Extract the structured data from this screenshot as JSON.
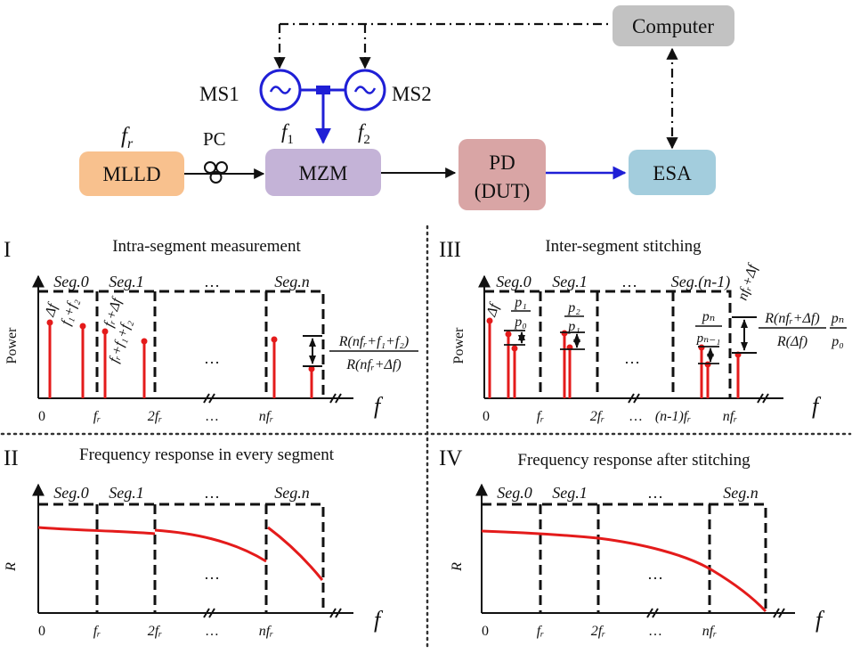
{
  "setup": {
    "fr_label": "f",
    "fr_sub": "r",
    "mlld": "MLLD",
    "pc": "PC",
    "mzm": "MZM",
    "pd_line1": "PD",
    "pd_line2": "(DUT)",
    "esa": "ESA",
    "computer": "Computer",
    "ms1": "MS1",
    "ms2": "MS2",
    "f1": "f",
    "f1_sub": "1",
    "f2": "f",
    "f2_sub": "2",
    "colors": {
      "mlld": "#f8c18e",
      "mzm": "#c4b3d7",
      "pd": "#d9a5a5",
      "esa": "#a3cddd",
      "computer": "#c2c2c2",
      "ms": "#1f1fd6",
      "red": "#e41b1b"
    }
  },
  "panel1": {
    "roman": "I",
    "title": "Intra-segment measurement",
    "ylabel": "Power",
    "segs": [
      "Seg.0",
      "Seg.1",
      "…",
      "Seg.n"
    ],
    "deltaf": "Δf",
    "f1f2": "f₁+f₂",
    "frdf": "fᵣ+Δf",
    "frf1f2": "fᵣ+f₁+f₂",
    "ratio_num": "R(nfᵣ+f₁+f₂)",
    "ratio_den": "R(nfᵣ+Δf)",
    "mid_ellipsis": "…",
    "xticks": [
      "0",
      "fᵣ",
      "2fᵣ",
      "…",
      "nfᵣ"
    ],
    "flabel": "f"
  },
  "panel2": {
    "roman": "II",
    "title": "Frequency response in every segment",
    "ylabel": "R",
    "segs": [
      "Seg.0",
      "Seg.1",
      "…",
      "Seg.n"
    ],
    "mid_ellipsis": "…",
    "xticks": [
      "0",
      "fᵣ",
      "2fᵣ",
      "…",
      "nfᵣ"
    ],
    "flabel": "f"
  },
  "panel3": {
    "roman": "III",
    "title": "Inter-segment stitching",
    "ylabel": "Power",
    "segs": [
      "Seg.0",
      "Seg.1",
      "…",
      "Seg.(n-1)"
    ],
    "deltaf": "Δf",
    "p1": "p₁",
    "p0": "p₀",
    "p2": "p₂",
    "p1b": "p₁",
    "pn": "pₙ",
    "pn1": "pₙ₋₁",
    "nfrdf": "nfᵣ+Δf",
    "ratio_num": "R(nfᵣ+Δf)",
    "ratio_den": "R(Δf)",
    "ratio2_num": "pₙ",
    "ratio2_den": "p₀",
    "mid_ellipsis": "…",
    "xticks": [
      "0",
      "fᵣ",
      "2fᵣ",
      "…",
      "(n-1)fᵣ",
      "nfᵣ"
    ],
    "flabel": "f"
  },
  "panel4": {
    "roman": "IV",
    "title": "Frequency response after stitching",
    "ylabel": "R",
    "segs": [
      "Seg.0",
      "Seg.1",
      "…",
      "Seg.n"
    ],
    "mid_ellipsis": "…",
    "xticks": [
      "0",
      "fᵣ",
      "2fᵣ",
      "…",
      "nfᵣ"
    ],
    "flabel": "f"
  }
}
